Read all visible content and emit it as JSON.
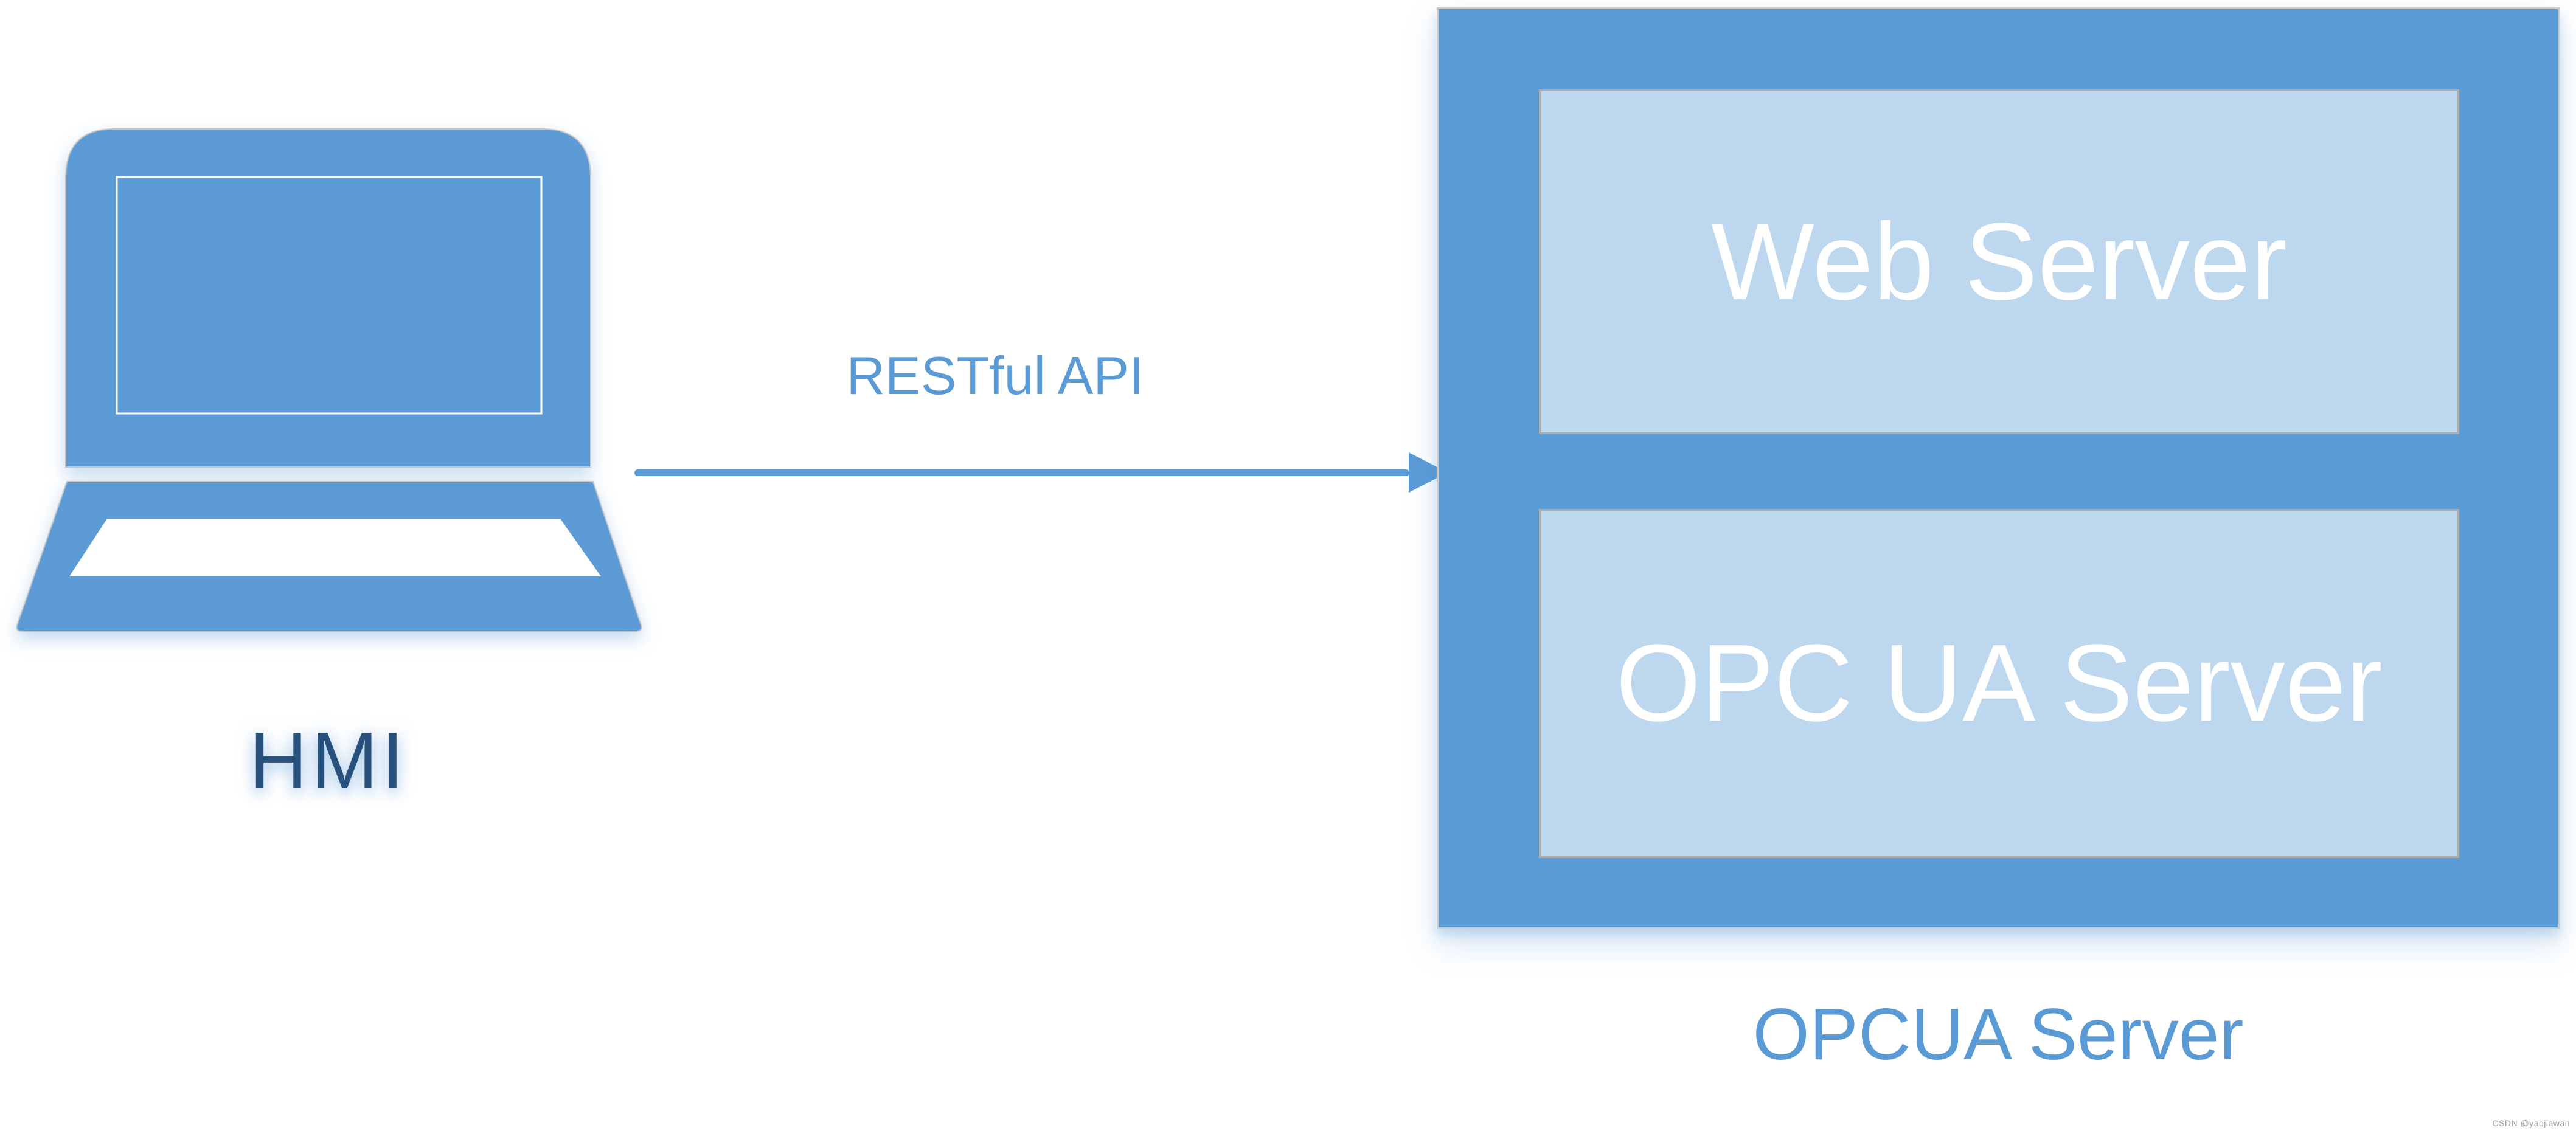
{
  "diagram": {
    "hmi": {
      "label": "HMI"
    },
    "connection": {
      "label": "RESTful API"
    },
    "server_box": {
      "caption": "OPCUA Server",
      "components": [
        {
          "label": "Web Server"
        },
        {
          "label": "OPC UA Server"
        }
      ]
    },
    "watermark": "CSDN @yaojiawan",
    "icons": {
      "laptop": "laptop-icon",
      "arrow": "right-arrow-icon"
    },
    "colors": {
      "accent_blue": "#5B9BD5",
      "light_blue_fill": "#BDD7EE",
      "inner_box_border": "#adadad",
      "big_box_border": "#cbcbcb",
      "hmi_text": "#27517C",
      "component_text": "#ffffff",
      "watermark_gray": "#a0a0a0",
      "background": "#ffffff"
    }
  }
}
